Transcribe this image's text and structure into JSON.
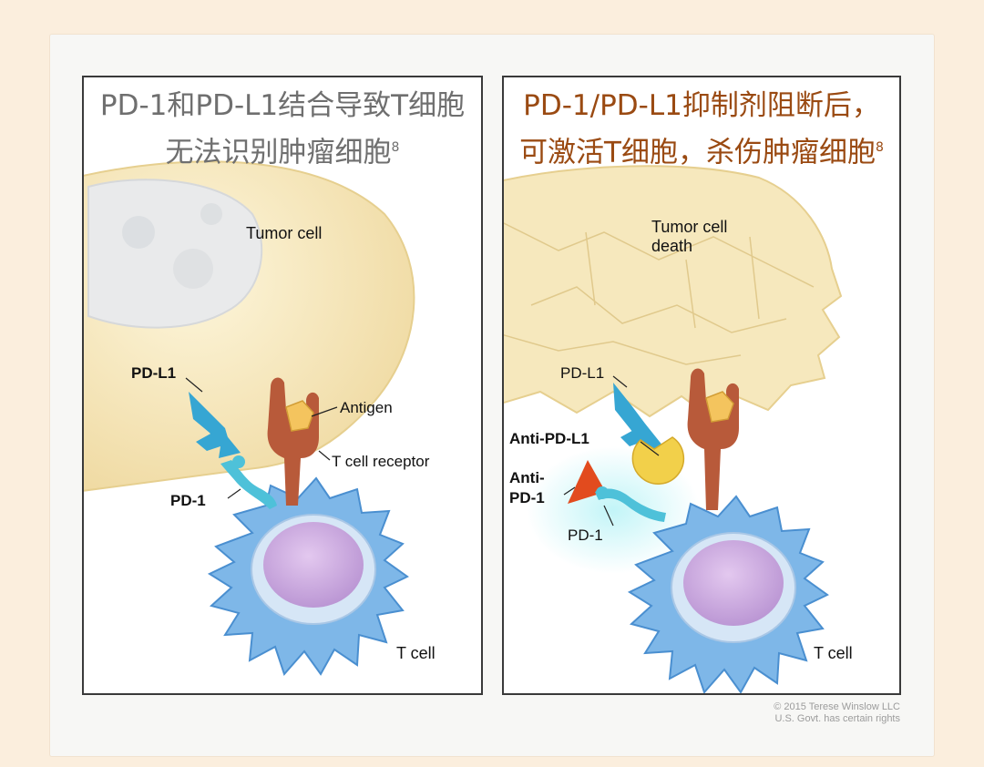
{
  "left_panel": {
    "title_line1": "PD-1和PD-L1结合导致T细胞",
    "title_line2": "无法识别肿瘤细胞",
    "title_sup": "8",
    "labels": {
      "tumor_cell": "Tumor cell",
      "pd_l1": "PD-L1",
      "antigen": "Antigen",
      "t_cell_receptor": "T cell receptor",
      "pd_1": "PD-1",
      "t_cell": "T cell"
    }
  },
  "right_panel": {
    "title_line1": "PD-1/PD-L1抑制剂阻断后，",
    "title_line2": "可激活T细胞，杀伤肿瘤细胞",
    "title_sup": "8",
    "labels": {
      "tumor_death_1": "Tumor cell",
      "tumor_death_2": "death",
      "pd_l1": "PD-L1",
      "anti_pd_l1": "Anti-PD-L1",
      "anti_pd_1_1": "Anti-",
      "anti_pd_1_2": "PD-1",
      "pd_1": "PD-1",
      "t_cell": "T cell"
    }
  },
  "credit": {
    "line1": "© 2015 Terese Winslow LLC",
    "line2": "U.S. Govt. has certain rights"
  },
  "colors": {
    "background": "#fbeedd",
    "tumor": "#f6e8bd",
    "t_cell": "#7eb7e8",
    "nucleus": "#cdb0e0",
    "pd_l1": "#36a6d3",
    "tcr": "#b85a3a",
    "antigen": "#f4c45e",
    "anti_pd_l1": "#f2d04a",
    "anti_pd_1": "#e24b1e"
  }
}
